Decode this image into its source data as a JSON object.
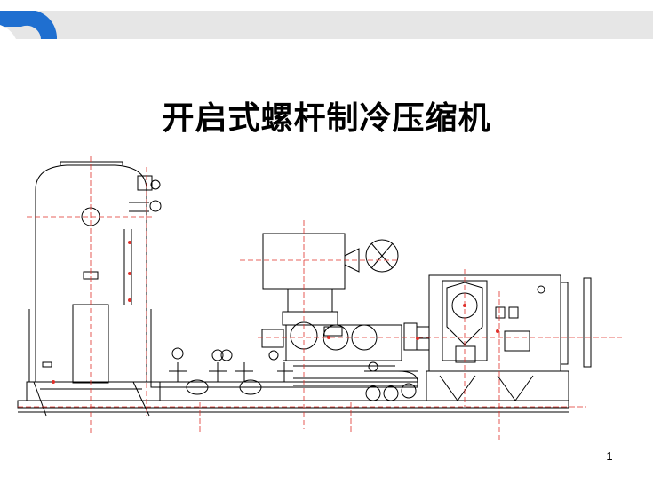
{
  "slide": {
    "title": "开启式螺杆制冷压缩机",
    "page_number": "1"
  },
  "drawing": {
    "subject": "open-type-screw-refrigeration-compressor-unit",
    "components": [
      "oil-separator",
      "valve-manifold",
      "screw-compressor",
      "coupling",
      "electric-motor"
    ]
  },
  "colors": {
    "accent_blue": "#1f6fd0",
    "header_gray": "#e6e6e6",
    "outline": "#000000",
    "center_line": "#e0302a"
  },
  "icons": [
    "header-arc-logo-icon"
  ]
}
